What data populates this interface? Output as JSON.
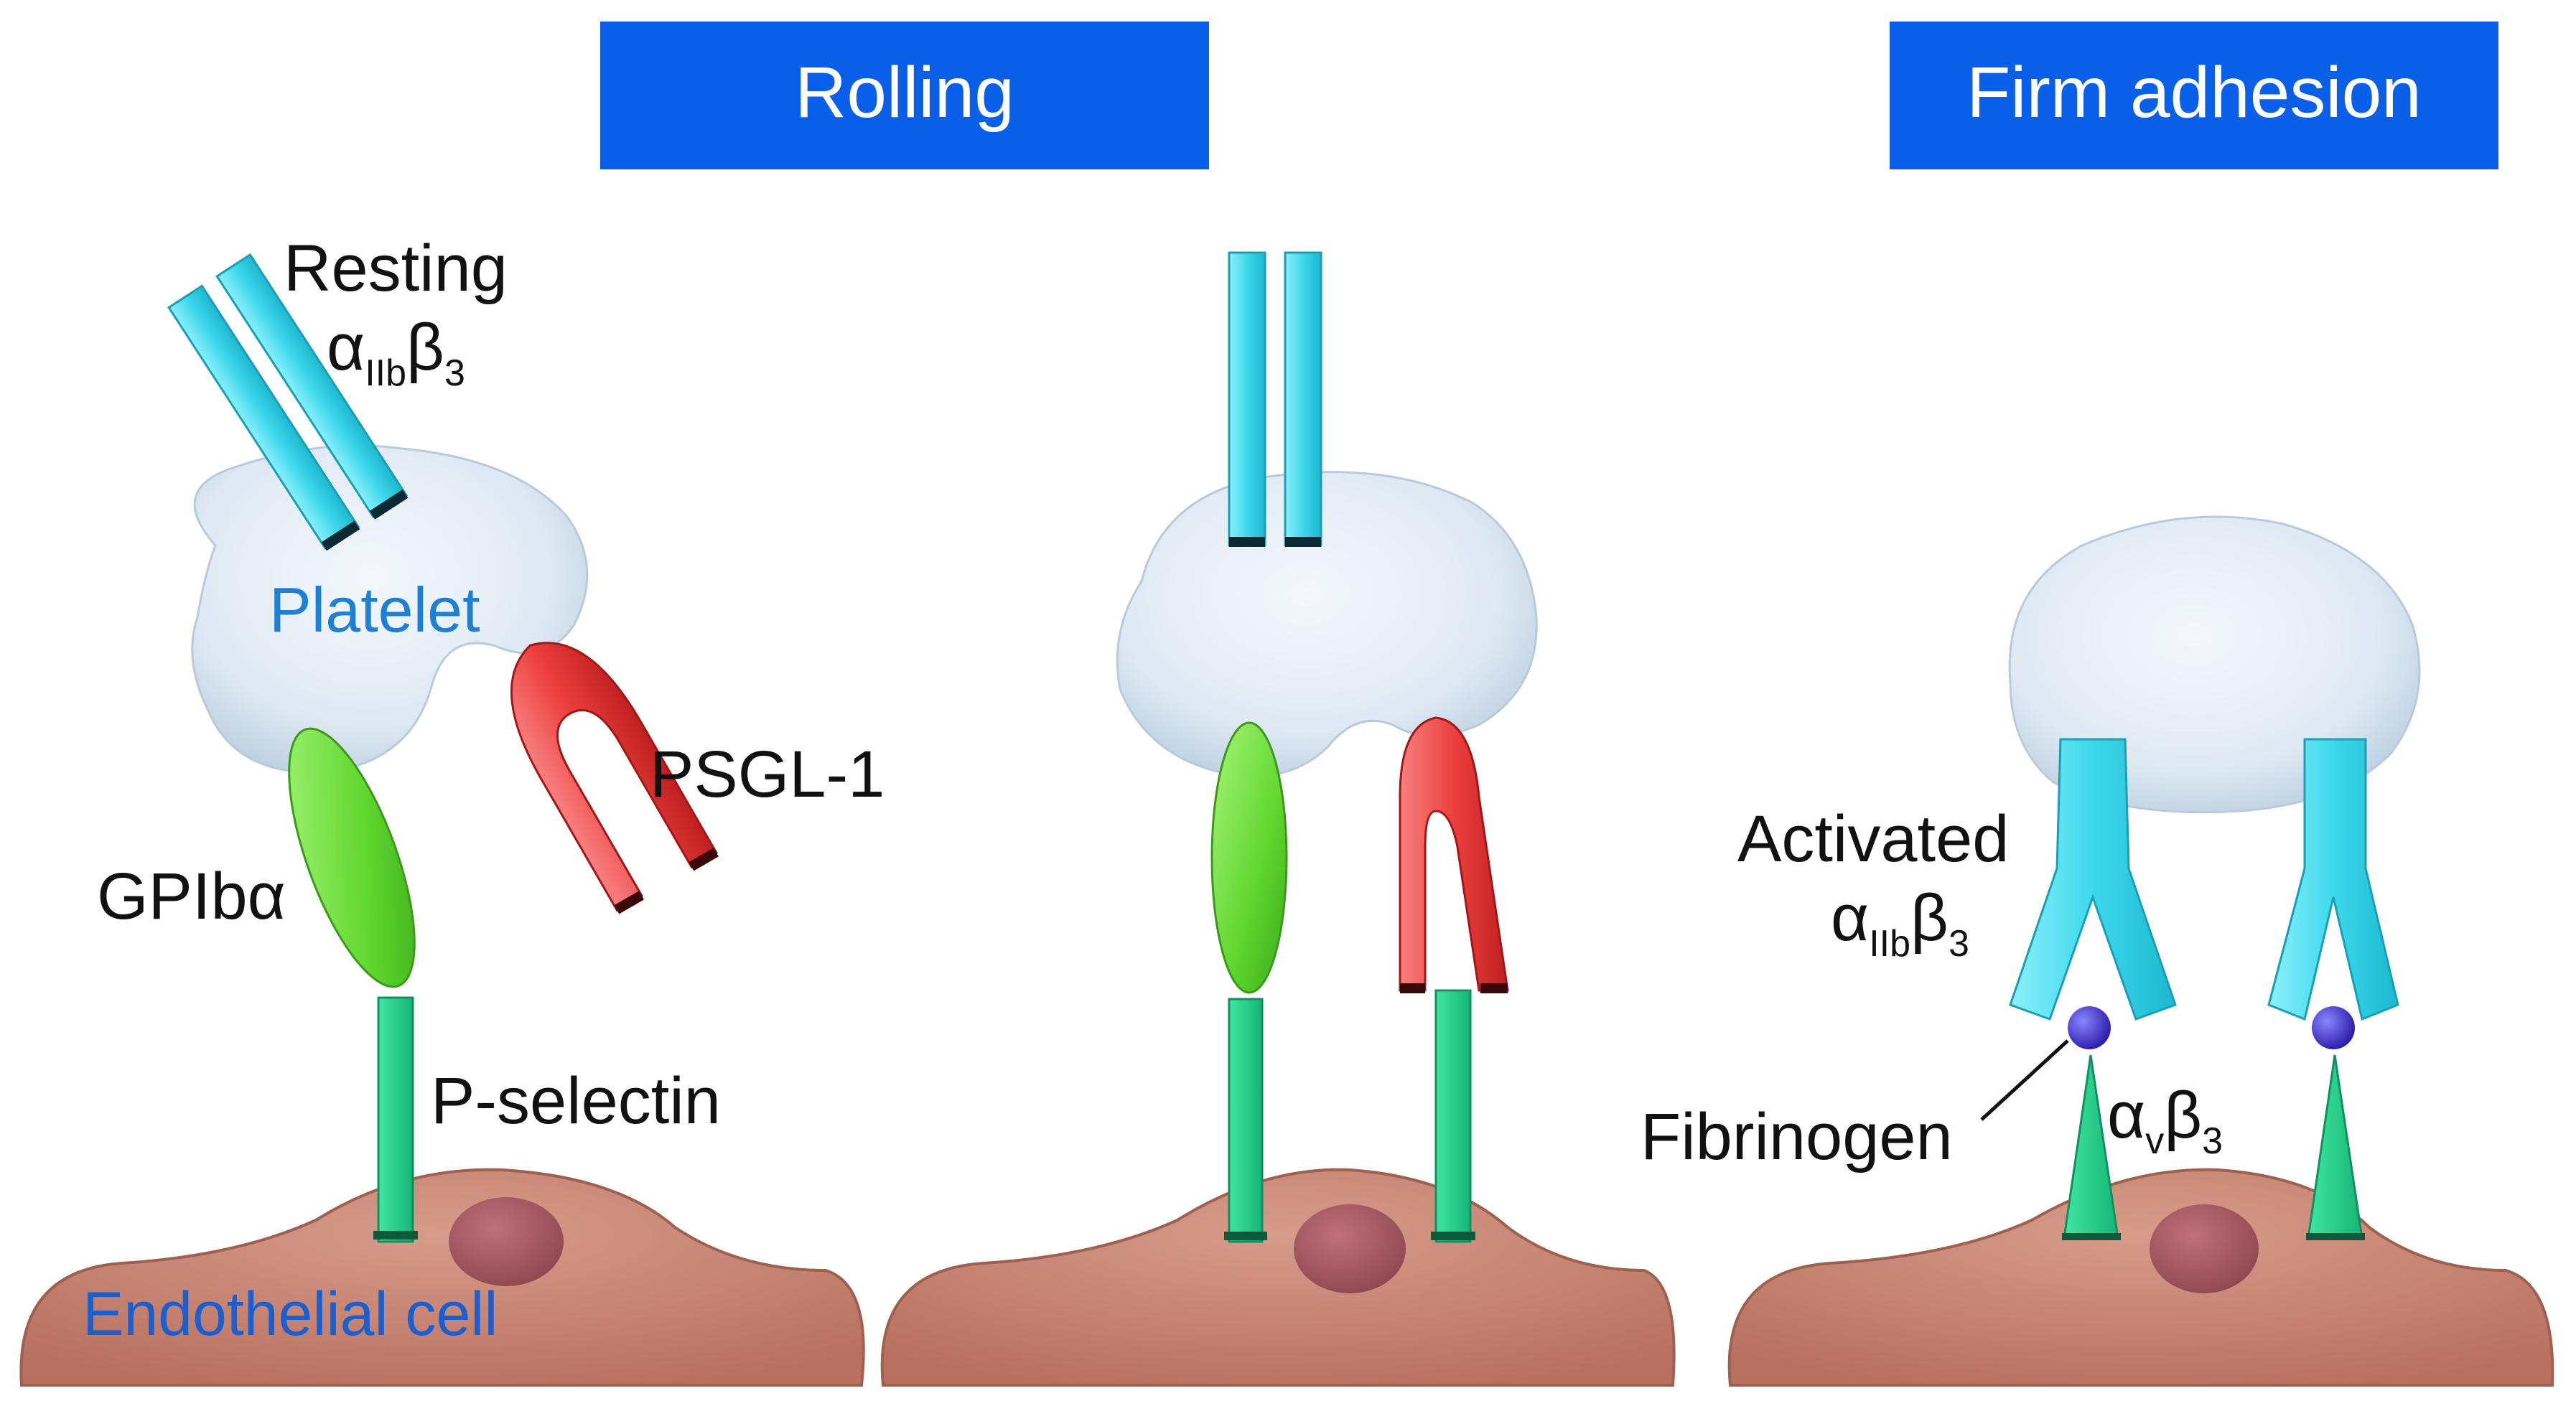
{
  "banners": {
    "rolling": "Rolling",
    "firm_adhesion": "Firm adhesion"
  },
  "labels": {
    "resting_word": "Resting",
    "platelet": "Platelet",
    "psgl1": "PSGL-1",
    "gpib": "GPIbα",
    "p_selectin": "P-selectin",
    "endothelial_cell": "Endothelial cell",
    "activated_word": "Activated",
    "fibrinogen": "Fibrinogen"
  },
  "integrins": {
    "alpha": "α",
    "beta": "β",
    "iib_sub": "IIb",
    "three_sub": "3",
    "v_sub": "v"
  },
  "colors": {
    "banner": "#0a5fe8",
    "integrin": "#3ed8ec",
    "gpib": "#6fe03a",
    "psgl": "#ec3f3f",
    "selectin": "#2bd28a",
    "platelet": "#dfe9f3",
    "endothelium": "#c98a78",
    "fibrinogen": "#3a2bd6"
  }
}
